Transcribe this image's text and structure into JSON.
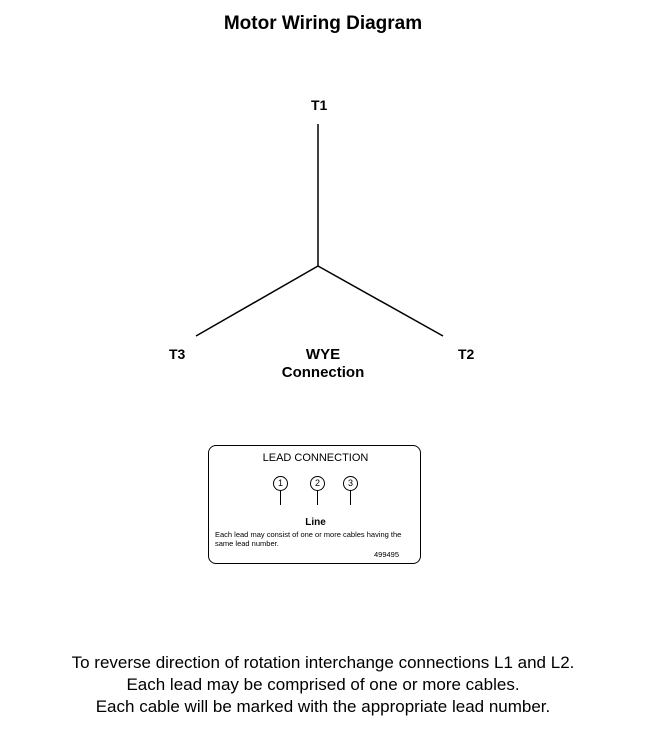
{
  "title": "Motor Wiring Diagram",
  "terminals": {
    "t1": "T1",
    "t2": "T2",
    "t3": "T3"
  },
  "connection": {
    "line1": "WYE",
    "line2": "Connection"
  },
  "lead_box": {
    "title": "LEAD CONNECTION",
    "leads": [
      "1",
      "2",
      "3"
    ],
    "line_label": "Line",
    "note": "Each lead may consist of one or more cables having the same lead number.",
    "part_number": "499495"
  },
  "notes": [
    "To reverse direction of rotation interchange connections L1 and L2.",
    "Each lead may be comprised of one or more cables.",
    "Each cable will be marked with the appropriate lead number."
  ]
}
